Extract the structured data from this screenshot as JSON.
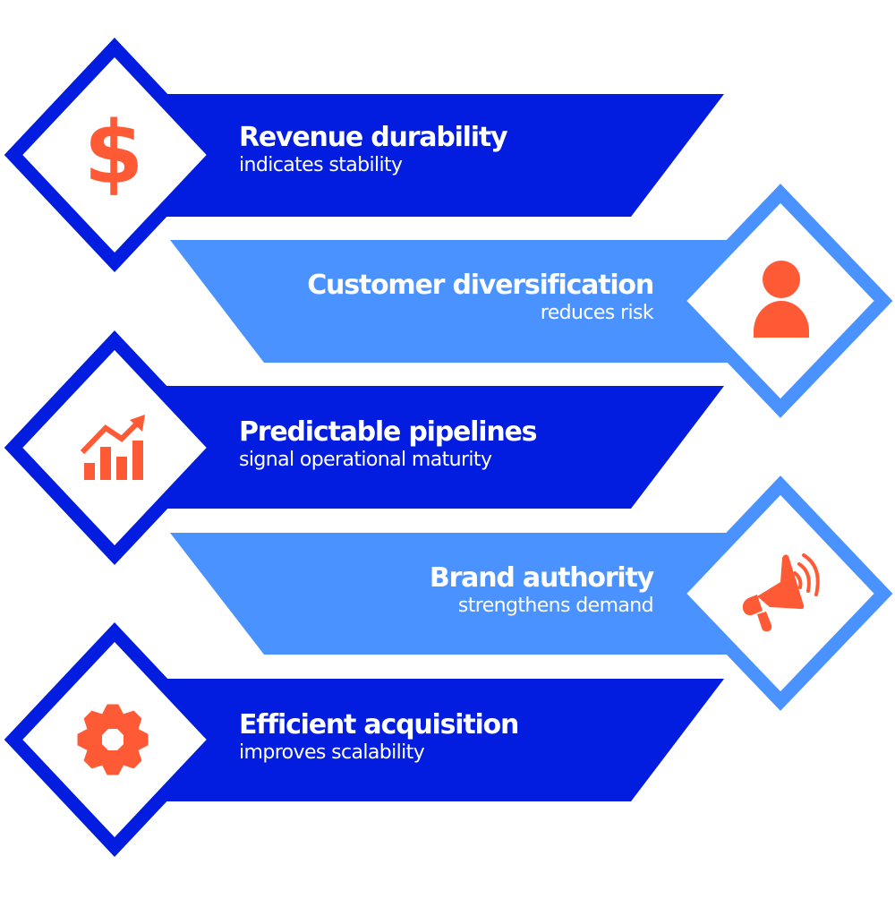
{
  "colors": {
    "primary": "#021CE0",
    "secondary": "#4A92FF",
    "accent": "#FF5A36",
    "background": "#FFFFFF",
    "text": "#FFFFFF"
  },
  "items": [
    {
      "title": "Revenue durability",
      "subtitle": "indicates stability",
      "icon": "dollar-icon",
      "theme": "primary",
      "side": "left"
    },
    {
      "title": "Customer diversification",
      "subtitle": "reduces risk",
      "icon": "person-icon",
      "theme": "secondary",
      "side": "right"
    },
    {
      "title": "Predictable pipelines",
      "subtitle": "signal operational maturity",
      "icon": "growth-chart-icon",
      "theme": "primary",
      "side": "left"
    },
    {
      "title": "Brand authority",
      "subtitle": "strengthens demand",
      "icon": "megaphone-icon",
      "theme": "secondary",
      "side": "right"
    },
    {
      "title": "Efficient acquisition",
      "subtitle": "improves scalability",
      "icon": "gear-icon",
      "theme": "primary",
      "side": "left"
    }
  ]
}
